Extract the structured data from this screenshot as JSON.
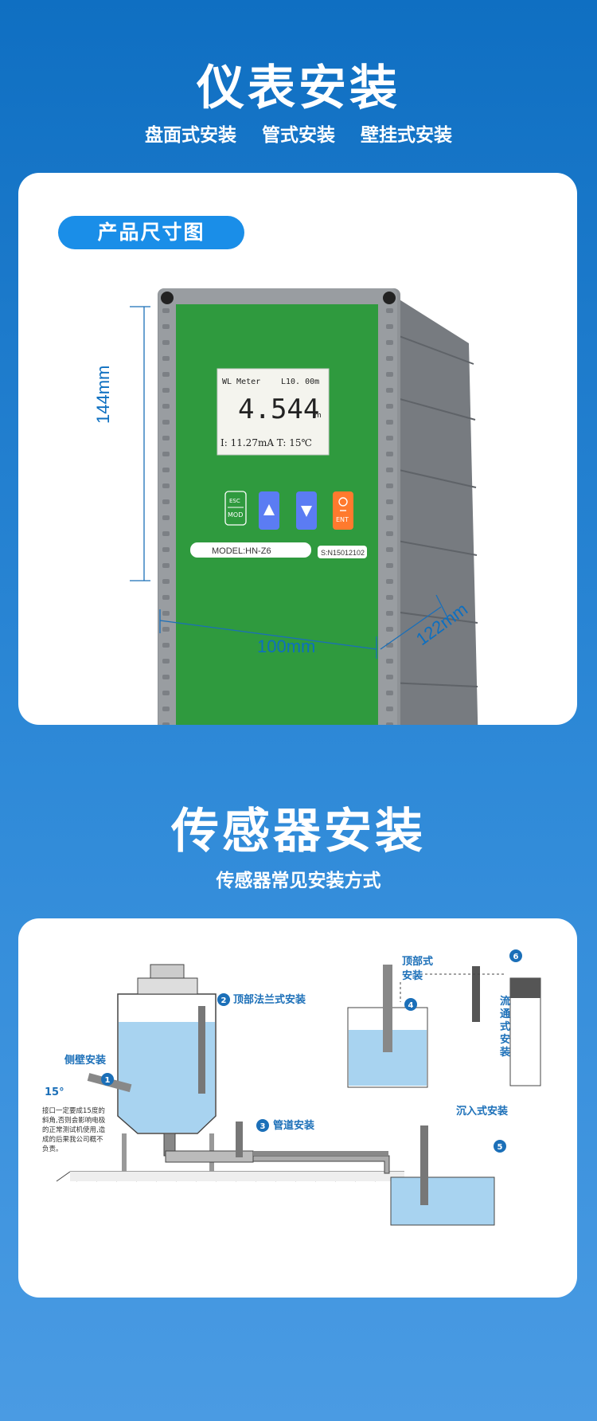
{
  "section1": {
    "title": "仪表安装",
    "subtitles": [
      "盘面式安装",
      "管式安装",
      "壁挂式安装"
    ]
  },
  "card1": {
    "pill_label": "产品尺寸图",
    "dimensions": {
      "height": "144mm",
      "width": "100mm",
      "depth": "122mm"
    },
    "device": {
      "lcd_title": "WL Meter",
      "lcd_range": "L10. 00m",
      "lcd_value": "4.544",
      "lcd_unit": "m",
      "lcd_bottom": "I: 11.27mA  T: 15℃",
      "esc_label": "ESC",
      "mod_label": "MOD",
      "ent_label": "ENT",
      "model": "MODEL:HN-Z6",
      "serial": "S:N15012102",
      "colors": {
        "panel": "#2f9a3e",
        "housing": "#8e9296",
        "up": "#5b7cf3",
        "ent": "#ff7a2e"
      }
    }
  },
  "section2": {
    "title": "传感器安装",
    "subtitle": "传感器常见安装方式"
  },
  "card2": {
    "labels": {
      "top_flange": "顶部法兰式安装",
      "side_wall": "侧壁安装",
      "pipe": "管道安装",
      "top": "顶部式\n安装",
      "flow": "流通式安装",
      "submerged": "沉入式安装",
      "angle": "15°"
    },
    "numbers": [
      "1",
      "2",
      "3",
      "4",
      "5",
      "6"
    ],
    "note": [
      "接口一定要成15度的",
      "斜角,否则会影响电极",
      "的正常测试机使用,造",
      "成的后果我公司概不",
      "负责。"
    ]
  }
}
